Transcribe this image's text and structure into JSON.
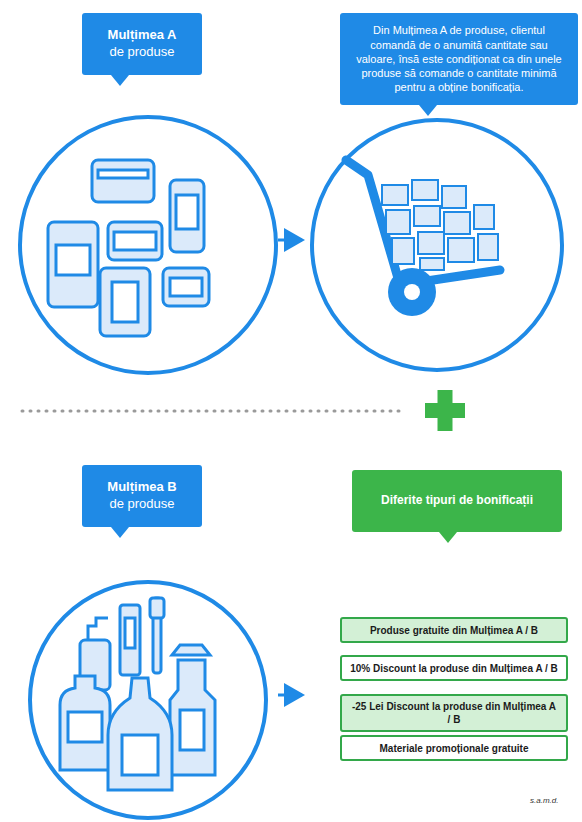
{
  "diagram": {
    "nodes": [
      {
        "text": [
          "Mulțimea A",
          "de produse"
        ]
      },
      {
        "text": [
          "Din Mulțimea A de produse, clientul comandă de o anumită cantitate sau valoare, însă este condiționat ca din unele produse să comande o cantitate minimă pentru a obține bonificația."
        ]
      },
      {
        "text": [
          "Mulțimea B",
          "de produse"
        ]
      },
      {
        "text": [
          "Diferite tipuri de bonificații"
        ]
      },
      {
        "text": [
          "Produse gratuite din Mulțimea A / B"
        ]
      },
      {
        "text": [
          "10% Discount la produse din Mulțimea A / B"
        ]
      },
      {
        "text": [
          "-25 Lei Discount la produse din Mulțimea A / B"
        ]
      },
      {
        "text": [
          "Materiale promoționale gratuite"
        ]
      }
    ],
    "labels": [
      "s.a.m.d."
    ]
  }
}
